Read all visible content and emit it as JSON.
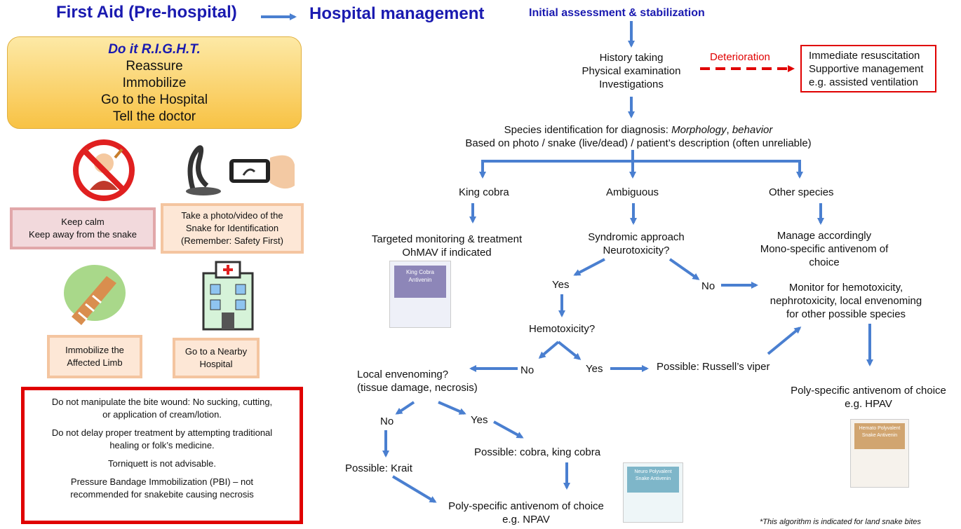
{
  "left": {
    "title_first_aid": "First Aid (Pre-hospital)",
    "title_hospital": "Hospital management",
    "right_lines": [
      "Do it R.I.G.H.T.",
      "Reassure",
      "Immobilize",
      "Go to the Hospital",
      "Tell the doctor"
    ],
    "cards": {
      "keep_calm": "Keep calm\nKeep away from the snake",
      "photo": "Take a photo/video of the\nSnake for Identification\n(Remember: Safety First)",
      "immobilize": "Immobilize the\nAffected Limb",
      "hospital": "Go to a Nearby\nHospital"
    },
    "warnings": [
      "Do not manipulate the bite wound: No sucking, cutting,\nor application of  cream/lotion.",
      "Do not delay proper treatment by attempting traditional\nhealing or folk’s medicine.",
      "Torniquett is not advisable.",
      "Pressure Bandage Immobilization (PBI) – not\nrecommended for snakebite causing necrosis"
    ]
  },
  "flow": {
    "initial": "Initial assessment & stabilization",
    "history": "History taking\nPhysical examination\nInvestigations",
    "deterioration": "Deterioration",
    "resus": "Immediate resuscitation\nSupportive management\ne.g. assisted ventilation",
    "species_line1_a": "Species identification for diagnosis: ",
    "species_line1_b": "Morphology",
    "species_line1_c": ", ",
    "species_line1_d": "behavior",
    "species_line2": "Based on photo / snake (live/dead) / patient’s description (often unreliable)",
    "king_cobra": "King cobra",
    "ambiguous": "Ambiguous",
    "other_species": "Other species",
    "targeted": "Targeted monitoring & treatment\nOhMAV if indicated",
    "syndromic": "Syndromic approach\nNeurotoxicity?",
    "manage": "Manage accordingly\nMono-specific antivenom of choice",
    "yes1": "Yes",
    "no1": "No",
    "monitor": "Monitor for hemotoxicity,\nnephrotoxicity, local envenoming\nfor other possible species",
    "hemotoxicity": "Hemotoxicity?",
    "no2": "No",
    "yes2": "Yes",
    "russell": "Possible: Russell’s viper",
    "local": "Local envenoming?\n(tissue damage, necrosis)",
    "poly_hpav": "Poly-specific antivenom of choice\ne.g. HPAV",
    "no3": "No",
    "yes3": "Yes",
    "cobra": "Possible: cobra, king cobra",
    "krait": "Possible: Krait",
    "poly_npav": "Poly-specific antivenom of choice\ne.g. NPAV",
    "footnote": "*This algorithm is indicated for land snake bites"
  },
  "images": {
    "king_cobra_vial_label": "King Cobra Antivenin",
    "npav_vial_label": "Neuro Polyvalent Snake Antivenin",
    "hpav_vial_label": "Hemato Polyvalent Snake Antivenin"
  },
  "colors": {
    "arrow": "#4a7fd0",
    "red": "#e00000",
    "title": "#1a1ab0"
  }
}
